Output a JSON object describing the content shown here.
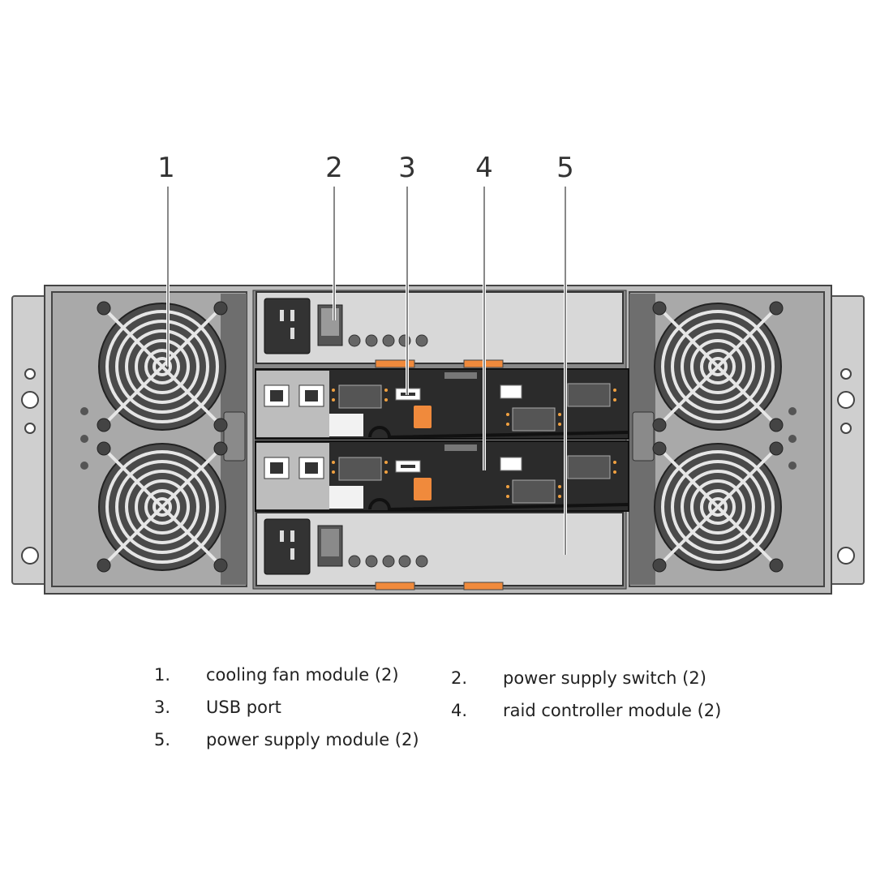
{
  "callouts": [
    "1",
    "2",
    "3",
    "4",
    "5"
  ],
  "legend": [
    {
      "num": "1.",
      "text": "cooling fan module (2)"
    },
    {
      "num": "2.",
      "text": "power supply switch (2)"
    },
    {
      "num": "3.",
      "text": "USB port"
    },
    {
      "num": "4.",
      "text": "raid controller module (2)"
    },
    {
      "num": "5.",
      "text": "power supply module (2)"
    }
  ],
  "colors": {
    "chassis": "#c9c9c9",
    "fan": "#4a4a4a",
    "controller": "#2b2b2b",
    "latch": "#f08a3c"
  }
}
